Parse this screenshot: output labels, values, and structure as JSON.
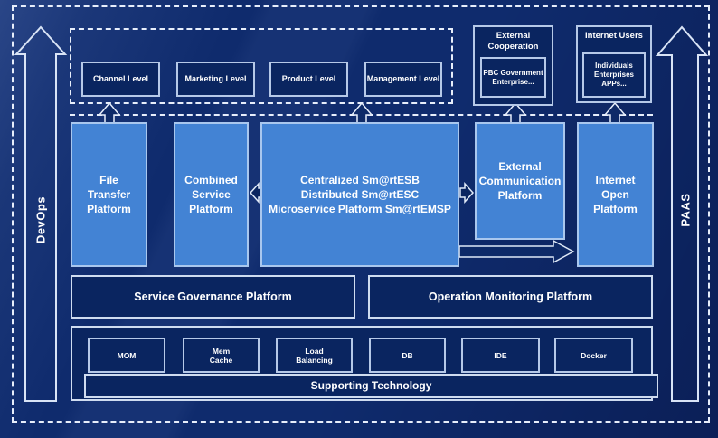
{
  "rails": {
    "left_label": "DevOps",
    "right_label": "PAAS"
  },
  "levels": {
    "items": [
      {
        "label": "Channel Level"
      },
      {
        "label": "Marketing Level"
      },
      {
        "label": "Product Level"
      },
      {
        "label": "Management Level"
      }
    ]
  },
  "external_cooperation": {
    "title_lines": [
      "External",
      "Cooperation"
    ],
    "inner_lines": [
      "PBC Government",
      "Enterprise..."
    ]
  },
  "internet_users": {
    "title": "Internet Users",
    "inner_lines": [
      "Individuals",
      "Enterprises",
      "APPs..."
    ]
  },
  "platforms": {
    "file_transfer": {
      "lines": [
        "File",
        "Transfer",
        "Platform"
      ]
    },
    "combined_service": {
      "lines": [
        "Combined",
        "Service",
        "Platform"
      ]
    },
    "esb": {
      "lines": [
        "Centralized Sm@rtESB",
        "Distributed Sm@rtESC",
        "Microservice Platform Sm@rtEMSP"
      ]
    },
    "external_communication": {
      "lines": [
        "External",
        "Communication",
        "Platform"
      ]
    },
    "internet_open": {
      "lines": [
        "Internet",
        "Open",
        "Platform"
      ]
    }
  },
  "middleware": {
    "governance_label": "Service Governance Platform",
    "monitoring_label": "Operation Monitoring Platform"
  },
  "supporting": {
    "technologies": [
      {
        "lines": [
          "MOM",
          ""
        ]
      },
      {
        "lines": [
          "Mem",
          "Cache"
        ]
      },
      {
        "lines": [
          "Load",
          "Balancing"
        ]
      },
      {
        "lines": [
          "DB",
          ""
        ]
      },
      {
        "lines": [
          "IDE",
          ""
        ]
      },
      {
        "lines": [
          "Docker",
          ""
        ]
      }
    ],
    "bar_label": "Supporting Technology"
  },
  "colors": {
    "background": "#0f2b6d",
    "panel_fill": "#0a2560",
    "accent_blue": "#4383d4",
    "border_light": "#b6c9e8",
    "dash_white": "#e7eefb",
    "text": "#ffffff"
  }
}
